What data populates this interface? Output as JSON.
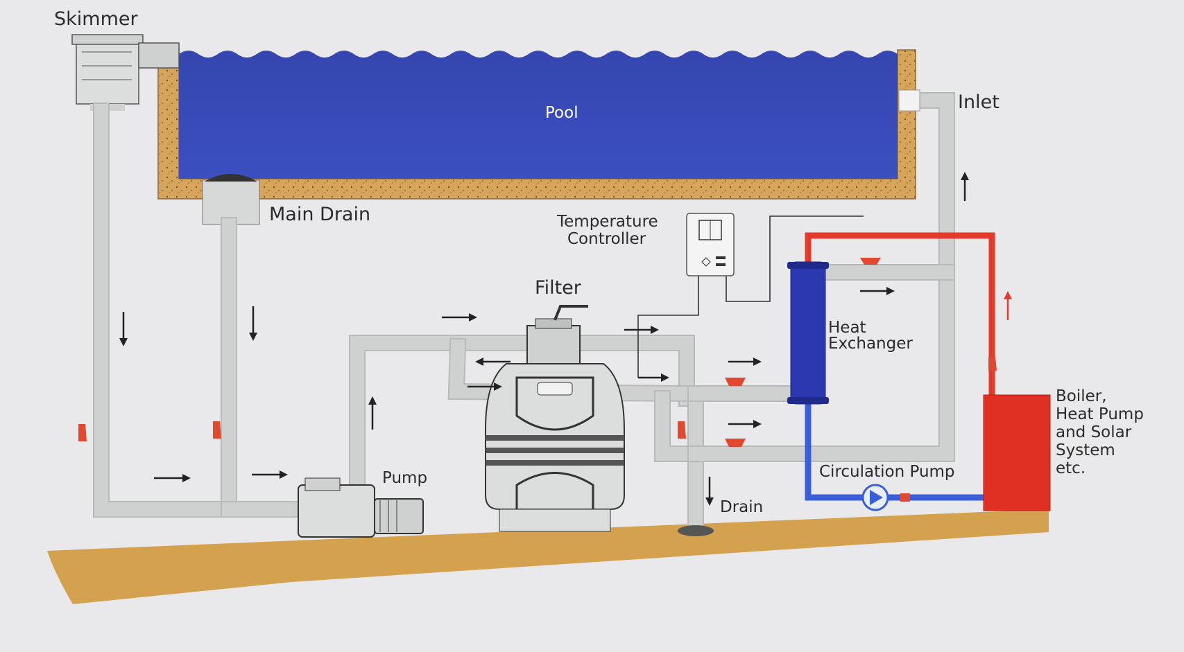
{
  "labels": {
    "skimmer": "Skimmer",
    "pool": "Pool",
    "inlet": "Inlet",
    "main_drain": "Main Drain",
    "temperature_controller_line1": "Temperature",
    "temperature_controller_line2": "Controller",
    "filter": "Filter",
    "heat_exchanger_line1": "Heat",
    "heat_exchanger_line2": "Exchanger",
    "pump": "Pump",
    "drain": "Drain",
    "circulation_pump": "Circulation Pump",
    "boiler_line1": "Boiler,",
    "boiler_line2": "Heat Pump",
    "boiler_line3": "and Solar",
    "boiler_line4": "System",
    "boiler_line5": "etc."
  },
  "colors": {
    "water": "#3848b4",
    "pool_wall": "#d7a45c",
    "ground": "#d4a14f",
    "pipe": "#cfd1d1",
    "hot_pipe": "#e23b2b",
    "cold_pipe": "#3a5ed8",
    "heat_exchanger": "#2b38b0",
    "boiler": "#e02f23",
    "valve": "#e0492f"
  }
}
